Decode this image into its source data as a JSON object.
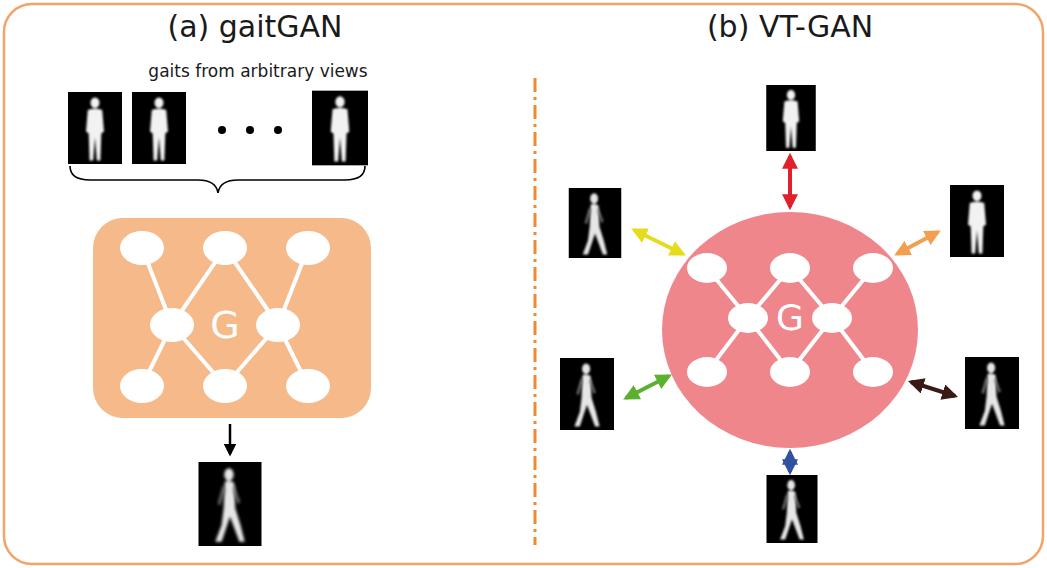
{
  "diagram": {
    "nodes": [
      {
        "text": [
          "G"
        ]
      },
      {
        "text": [
          "G"
        ]
      }
    ],
    "labels": [
      "(a) gaitGAN",
      "gaits from arbitrary views",
      "(b) VT-GAN"
    ]
  }
}
